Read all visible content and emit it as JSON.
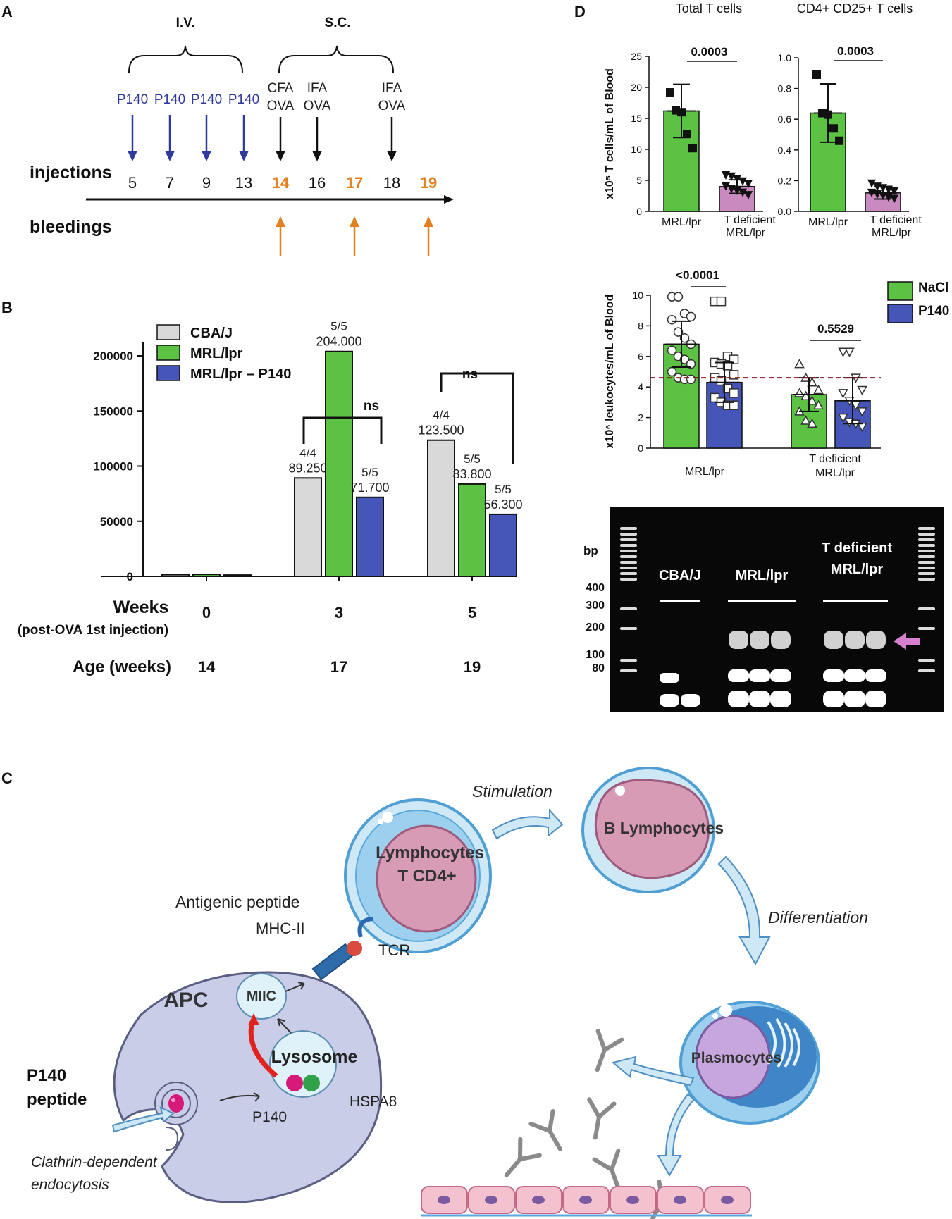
{
  "panels": {
    "A": {
      "letter": "A",
      "iv_label": "I.V.",
      "sc_label": "S.C.",
      "p140": "P140",
      "sc_injections": [
        [
          "CFA",
          "OVA"
        ],
        [
          "IFA",
          "OVA"
        ],
        [
          "IFA",
          "OVA"
        ]
      ],
      "injections_label": "injections",
      "bleedings_label": "bleedings",
      "weeks": [
        "5",
        "7",
        "9",
        "13",
        "14",
        "16",
        "17",
        "18",
        "19"
      ],
      "bleed_weeks": [
        "14",
        "17",
        "19"
      ],
      "colors": {
        "p140": "#2e3a9e",
        "bleed": "#e2801f",
        "black": "#111111"
      }
    },
    "B": {
      "letter": "B",
      "legend": [
        "CBA/J",
        "MRL/lpr",
        "MRL/lpr – P140"
      ],
      "weeks_label": "Weeks",
      "weeks_sub": "(post-OVA  1st injection)",
      "age_label": "Age (weeks)",
      "ages": [
        "14",
        "17",
        "19"
      ],
      "ns": "ns"
    },
    "C": {
      "letter": "C",
      "stimulation": "Stimulation",
      "differentiation": "Differentiation",
      "t_cell": [
        "Lymphocytes",
        "T CD4+"
      ],
      "b_cell": "B Lymphocytes",
      "plasmocytes": "Plasmocytes",
      "antigenic_peptide": "Antigenic peptide",
      "mhc": "MHC-II",
      "tcr": "TCR",
      "apc": "APC",
      "miic": "MIIC",
      "lysosome": "Lysosome",
      "hspa8": "HSPA8",
      "p140_small": "P140",
      "p140_peptide": [
        "P140",
        "peptide"
      ],
      "endocytosis": [
        "Clathrin-dependent",
        "endocytosis"
      ]
    },
    "D": {
      "letter": "D",
      "gel": {
        "bp_label": "bp",
        "markers": [
          "400",
          "300",
          "200",
          "100",
          "80"
        ],
        "lanes": [
          "CBA/J",
          "MRL/lpr",
          "T deficient",
          "MRL/lpr"
        ]
      },
      "legend": [
        "NaCl",
        "P140"
      ]
    }
  },
  "chart_data": [
    {
      "id": "B-bars",
      "type": "bar",
      "categories": [
        "0",
        "3",
        "5"
      ],
      "ylim": [
        0,
        220000
      ],
      "yticks": [
        "0",
        "50000",
        "100000",
        "150000",
        "200000"
      ],
      "series": [
        {
          "name": "CBA/J",
          "color": "#d9d9d9",
          "values": [
            1500,
            89250,
            123500
          ],
          "labels": [
            [
              "",
              ""
            ],
            [
              "4/4",
              "89.250"
            ],
            [
              "4/4",
              "123.500"
            ]
          ]
        },
        {
          "name": "MRL/lpr",
          "color": "#5bc244",
          "values": [
            1800,
            204000,
            83800
          ],
          "labels": [
            [
              "",
              ""
            ],
            [
              "5/5",
              "204.000"
            ],
            [
              "5/5",
              "83.800"
            ]
          ]
        },
        {
          "name": "MRL/lpr – P140",
          "color": "#4555b8",
          "values": [
            1200,
            71700,
            56300
          ],
          "labels": [
            [
              "",
              ""
            ],
            [
              "5/5",
              "71.700"
            ],
            [
              "5/5",
              "56.300"
            ]
          ]
        }
      ],
      "annotations": [
        "ns",
        "ns"
      ]
    },
    {
      "id": "D-total-t",
      "type": "bar",
      "title": "Total T cells",
      "ylabel": "x10⁵ T cells/mL of Blood",
      "ylim": [
        0,
        25
      ],
      "yticks": [
        "0",
        "5",
        "10",
        "15",
        "20",
        "25"
      ],
      "categories": [
        "MRL/lpr",
        "T deficient MRL/lpr"
      ],
      "values": [
        16.2,
        4.0
      ],
      "errors": [
        4.3,
        1.1
      ],
      "colors": [
        "#5bc244",
        "#c98bbf"
      ],
      "points": [
        [
          19.2,
          16.3,
          16.0,
          12.5,
          10.2
        ],
        [
          5.8,
          5.6,
          5.2,
          4.8,
          4.4,
          4.0,
          3.6,
          3.3,
          3.0,
          2.6
        ]
      ],
      "pvalue": "0.0003"
    },
    {
      "id": "D-cd4-cd25",
      "type": "bar",
      "title": "CD4+ CD25+ T cells",
      "ylim": [
        0,
        1.0
      ],
      "yticks": [
        "0.0",
        "0.2",
        "0.4",
        "0.6",
        "0.8",
        "1.0"
      ],
      "categories": [
        "MRL/lpr",
        "T deficient MRL/lpr"
      ],
      "values": [
        0.64,
        0.12
      ],
      "errors": [
        0.19,
        0.04
      ],
      "colors": [
        "#5bc244",
        "#c98bbf"
      ],
      "points": [
        [
          0.89,
          0.64,
          0.63,
          0.54,
          0.46
        ],
        [
          0.18,
          0.16,
          0.15,
          0.14,
          0.13,
          0.12,
          0.11,
          0.1,
          0.09,
          0.08
        ]
      ],
      "pvalue": "0.0003"
    },
    {
      "id": "D-leukocytes",
      "type": "bar",
      "ylabel": "x10⁶ leukocytes/mL of Blood",
      "ylim": [
        0,
        10
      ],
      "yticks": [
        "0",
        "2",
        "4",
        "6",
        "8",
        "10"
      ],
      "categories": [
        "MRL/lpr",
        "T deficient MRL/lpr"
      ],
      "series": [
        {
          "name": "NaCl",
          "color": "#5bc244",
          "values": [
            6.8,
            3.5
          ],
          "errors": [
            1.5,
            1.1
          ]
        },
        {
          "name": "P140",
          "color": "#4555b8",
          "values": [
            4.3,
            3.1
          ],
          "errors": [
            1.3,
            1.5
          ]
        }
      ],
      "reference_line": 4.6,
      "pvalues": [
        "<0.0001",
        "0.5529"
      ]
    }
  ]
}
